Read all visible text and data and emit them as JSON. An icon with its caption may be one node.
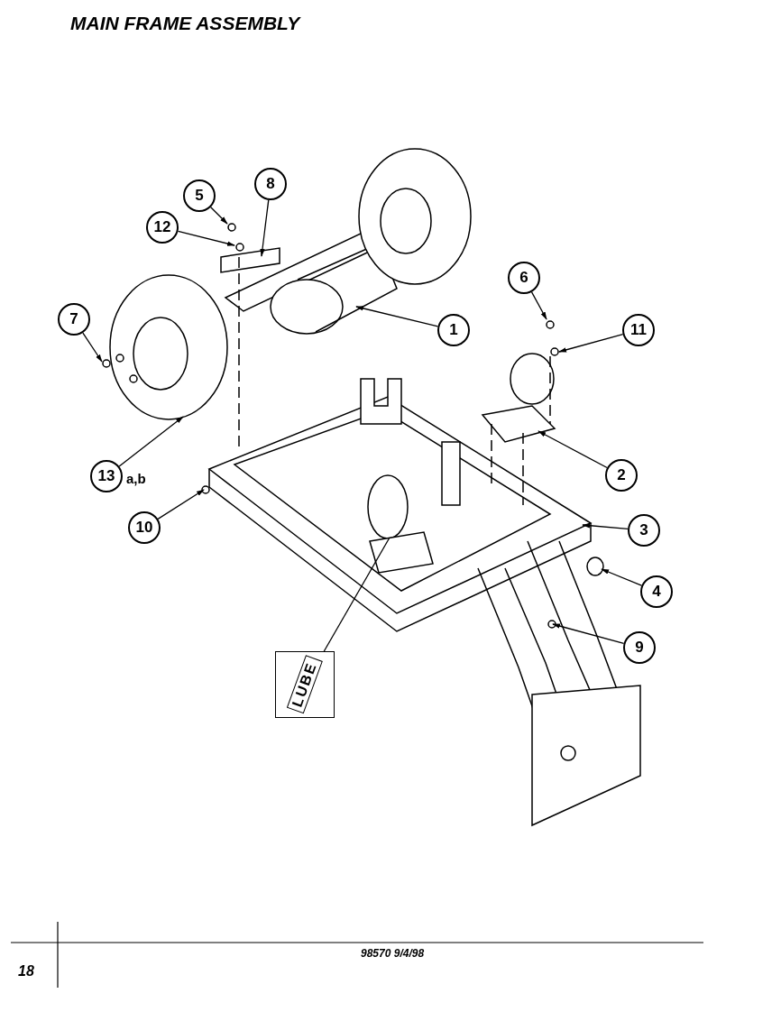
{
  "diagram": {
    "title": "MAIN FRAME ASSEMBLY",
    "nodes": [
      {
        "text": [
          "5"
        ]
      },
      {
        "text": [
          "8"
        ]
      },
      {
        "text": [
          "12"
        ]
      },
      {
        "text": [
          "6"
        ]
      },
      {
        "text": [
          "7"
        ]
      },
      {
        "text": [
          "1"
        ]
      },
      {
        "text": [
          "11"
        ]
      },
      {
        "text": [
          "2"
        ]
      },
      {
        "text": [
          "13"
        ],
        "beside": [
          "a,b"
        ]
      },
      {
        "text": [
          "10"
        ]
      },
      {
        "text": [
          "3"
        ]
      },
      {
        "text": [
          "4"
        ]
      },
      {
        "text": [
          "9"
        ]
      },
      {
        "text": [
          "LUBE"
        ]
      }
    ],
    "edges": [
      {
        "from": 0,
        "to": null,
        "arrow": "to"
      },
      {
        "from": 1,
        "to": null,
        "arrow": "to"
      },
      {
        "from": 2,
        "to": null,
        "arrow": "to"
      },
      {
        "from": 3,
        "to": null,
        "arrow": "to"
      },
      {
        "from": 4,
        "to": null,
        "arrow": "to"
      },
      {
        "from": 5,
        "to": null,
        "arrow": "to"
      },
      {
        "from": 6,
        "to": null,
        "arrow": "to"
      },
      {
        "from": 7,
        "to": null,
        "arrow": "to"
      },
      {
        "from": 8,
        "to": null,
        "arrow": "to"
      },
      {
        "from": 9,
        "to": null,
        "arrow": "to"
      },
      {
        "from": 10,
        "to": null,
        "arrow": "to"
      },
      {
        "from": 11,
        "to": null,
        "arrow": "to"
      },
      {
        "from": 12,
        "to": null,
        "arrow": "to"
      },
      {
        "from": 13,
        "to": null,
        "arrow": "none"
      }
    ],
    "labels": [
      "98570 9/4/98",
      "18"
    ]
  }
}
